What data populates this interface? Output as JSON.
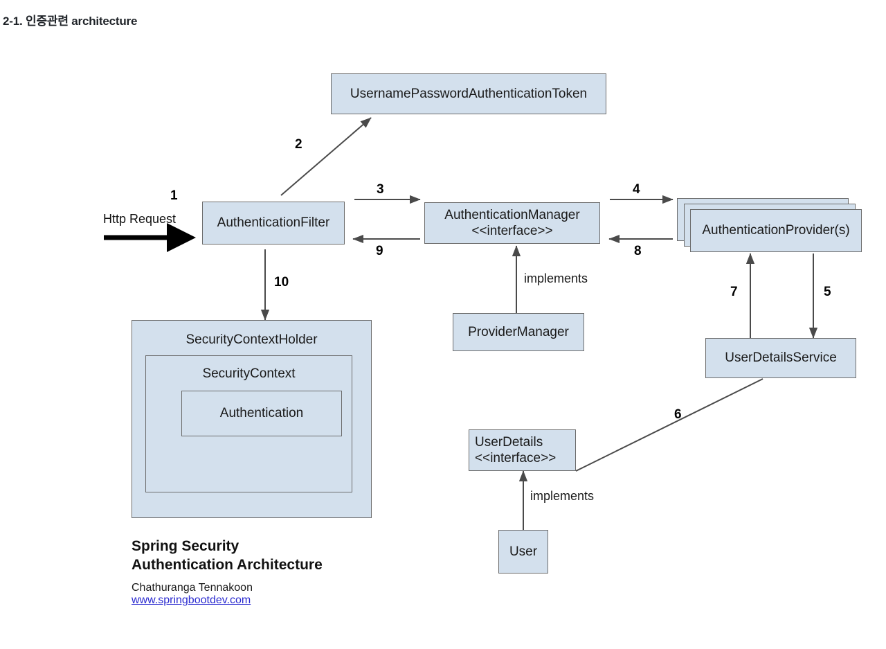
{
  "page": {
    "title": "2-1. 인증관련 architecture",
    "background": "#ffffff"
  },
  "theme": {
    "node_fill": "#d3e0ed",
    "node_border": "#6b6b6b",
    "arrow_color": "#4a4a4a",
    "request_arrow_color": "#000000",
    "link_color": "#2a2ad0"
  },
  "diagram": {
    "name": "Spring Security Authentication Architecture",
    "nodes": {
      "token": {
        "label": "UsernamePasswordAuthenticationToken"
      },
      "filter": {
        "label": "AuthenticationFilter"
      },
      "manager": {
        "label": "AuthenticationManager\n<<interface>>"
      },
      "provider": {
        "label": "AuthenticationProvider(s)"
      },
      "provider_manager": {
        "label": "ProviderManager"
      },
      "user_details_service": {
        "label": "UserDetailsService"
      },
      "user_details": {
        "label": "UserDetails\n<<interface>>"
      },
      "user": {
        "label": "User"
      },
      "security_context_holder": {
        "label": "SecurityContextHolder"
      },
      "security_context": {
        "label": "SecurityContext"
      },
      "authentication": {
        "label": "Authentication"
      }
    },
    "labels": {
      "http_request": "Http Request",
      "implements_manager": "implements",
      "implements_user": "implements"
    },
    "steps": {
      "s1": "1",
      "s2": "2",
      "s3": "3",
      "s4": "4",
      "s5": "5",
      "s6": "6",
      "s7": "7",
      "s8": "8",
      "s9": "9",
      "s10": "10"
    }
  },
  "footer": {
    "title": "Spring Security\nAuthentication Architecture",
    "author": "Chathuranga Tennakoon",
    "link": "www.springbootdev.com"
  }
}
